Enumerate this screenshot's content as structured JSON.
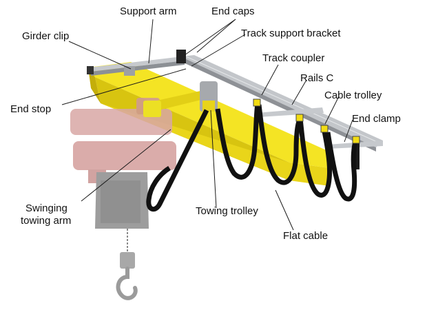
{
  "labels": {
    "support_arm": "Support arm",
    "end_caps": "End caps",
    "girder_clip": "Girder clip",
    "track_support_bracket": "Track support bracket",
    "track_coupler": "Track coupler",
    "rails_c": "Rails C",
    "end_stop": "End stop",
    "cable_trolley": "Cable trolley",
    "end_clamp": "End clamp",
    "swinging_towing_arm_line1": "Swinging",
    "swinging_towing_arm_line2": "towing arm",
    "towing_trolley": "Towing trolley",
    "flat_cable": "Flat cable"
  },
  "colors": {
    "girder_yellow": "#f2e21c",
    "rail_silver": "#b9bcc0",
    "cable_black": "#111111",
    "hoist_pink": "#d9a7a5",
    "hoist_gray": "#8c8c8c",
    "text": "#111111"
  }
}
